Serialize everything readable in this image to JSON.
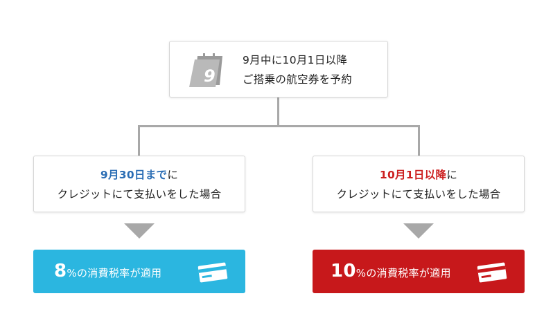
{
  "colors": {
    "blue_accent": "#2a6db4",
    "red_accent": "#cc1f1f",
    "result_left_bg": "#2bb6e0",
    "result_right_bg": "#c7181b",
    "connector": "#a8a8a8"
  },
  "top": {
    "icon": "calendar-icon",
    "calendar_number": "9",
    "line1": "9月中に10月1日以降",
    "line2": "ご搭乗の航空券を予約"
  },
  "left": {
    "highlight": "9月30日まで",
    "suffix": "に",
    "line2": "クレジットにて支払いをした場合",
    "result_number": "8",
    "result_text": "%の消費税率が適用",
    "icon": "credit-card-icon"
  },
  "right": {
    "highlight": "10月1日以降",
    "suffix": "に",
    "line2": "クレジットにて支払いをした場合",
    "result_number": "10",
    "result_text": "%の消費税率が適用",
    "icon": "credit-card-icon"
  }
}
